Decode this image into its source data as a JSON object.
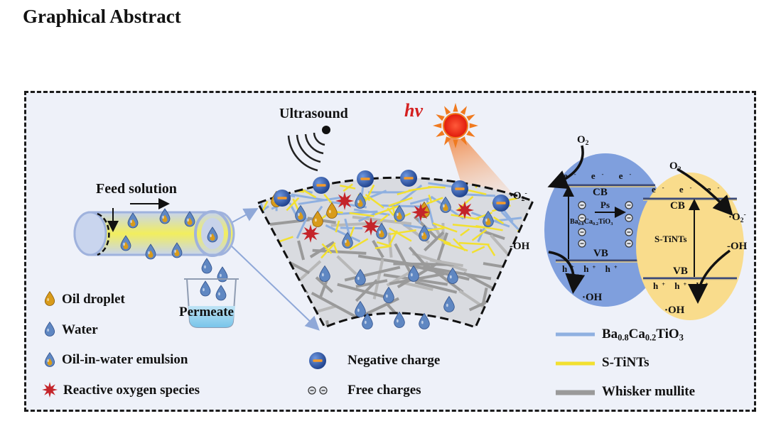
{
  "title": "Graphical Abstract",
  "diagram": {
    "feed_label": "Feed solution",
    "permeate_label": "Permeate",
    "ultrasound_label": "Ultrasound",
    "light_label": "hv",
    "left_particle": {
      "name_main": "Ba",
      "name_sub1": "0.8",
      "name_mid": "Ca",
      "name_sub2": "0.2",
      "name_tail": "TiO",
      "name_sub3": "3",
      "cb": "CB",
      "vb": "VB",
      "ps": "Ps",
      "e": "e",
      "e_sup": "-",
      "h": "h",
      "h_sup": "+"
    },
    "right_particle": {
      "name": "S-TiNTs",
      "cb": "CB",
      "vb": "VB"
    },
    "species": {
      "o2": "O",
      "o2_sub": "2",
      "superoxide": "·O",
      "superoxide_sub": "2",
      "superoxide_sup": "-",
      "hydroxide": "-OH",
      "hydroxyl": "·OH"
    }
  },
  "legend": {
    "oil_droplet": "Oil droplet",
    "water": "Water",
    "emulsion": "Oil-in-water emulsion",
    "ros": "Reactive oxygen species",
    "negative_charge": "Negative charge",
    "free_charges": "Free charges",
    "bct_main": "Ba",
    "bct_sub1": "0.8",
    "bct_mid": "Ca",
    "bct_sub2": "0.2",
    "bct_tail": "TiO",
    "bct_sub3": "3",
    "stints": "S-TiNTs",
    "mullite": "Whisker mullite"
  },
  "colors": {
    "oil": "#d89b1b",
    "water": "#5f87c2",
    "ros": "#c4242a",
    "bct_fiber": "#8fb0e0",
    "stints_fiber": "#f2e030",
    "mullite": "#9a9a9a",
    "bct_particle": "#7f9fdd",
    "stints_particle": "#f9dc8c",
    "sun": "#ec2a14"
  }
}
